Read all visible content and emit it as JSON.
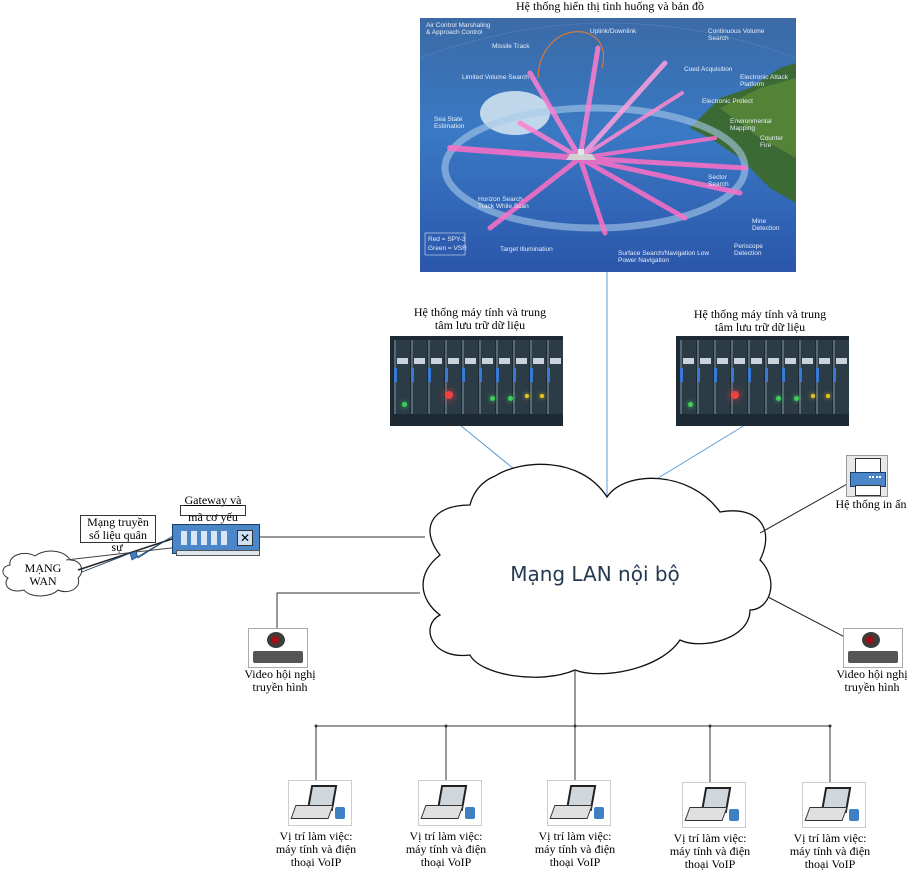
{
  "diagram": {
    "type": "network-topology",
    "center": {
      "label": "Mạng LAN nội bộ",
      "shape": "cloud"
    },
    "nodes": {
      "display_system": {
        "title": "Hệ thống hiển thị tình huống và bản đồ",
        "image_icon": "radar-situation-map-image",
        "image_labels": [
          "Air Control Marshaling & Approach Control",
          "Missile Track",
          "Uplink/Downlink",
          "Continuous Volume Search",
          "Cued Acquisition",
          "Electronic Attack Platform",
          "Limited Volume Search",
          "Electronic Protect",
          "Environmental Mapping",
          "Counter Fire",
          "Sea State Estimation",
          "Horizon Search Track While Scan",
          "Sector Search",
          "Mine Detection",
          "Periscope Detection",
          "Target Illumination",
          "Surface Search/Navigation Low Power Navigation",
          "Red = SPY-3",
          "Green = VSR"
        ]
      },
      "server_left": {
        "label_line1": "Hệ thống máy tính và trung",
        "label_line2": "tâm lưu trữ dữ liệu",
        "icon": "server-rack-image"
      },
      "server_right": {
        "label_line1": "Hệ thống máy tính và trung",
        "label_line2": "tâm lưu trữ dữ liệu",
        "icon": "server-rack-image"
      },
      "printer": {
        "label": "Hệ thống in ấn",
        "icon": "printer-icon"
      },
      "gateway": {
        "label_line1": "Gateway và",
        "label_line2": "mã cơ yếu",
        "icon": "network-switch-icon"
      },
      "military_network": {
        "label_line1": "Mạng truyền",
        "label_line2": "số liệu quân",
        "label_line3": "sự"
      },
      "wan": {
        "label_line1": "MẠNG",
        "label_line2": "WAN",
        "shape": "cloud"
      },
      "video_left": {
        "label_line1": "Video hội nghị",
        "label_line2": "truyền hình",
        "icon": "video-camera-icon"
      },
      "video_right": {
        "label_line1": "Video hội nghị",
        "label_line2": "truyền hình",
        "icon": "video-camera-icon"
      },
      "workstations": [
        {
          "line1": "Vị trí làm việc:",
          "line2": "máy tính và điện",
          "line3": "thoại VoIP",
          "icon": "laptop-phone-icon"
        },
        {
          "line1": "Vị trí làm việc:",
          "line2": "máy tính và điện",
          "line3": "thoại VoIP",
          "icon": "laptop-phone-icon"
        },
        {
          "line1": "Vị trí làm việc:",
          "line2": "máy tính và điện",
          "line3": "thoại VoIP",
          "icon": "laptop-phone-icon"
        },
        {
          "line1": "Vị trí làm việc:",
          "line2": "máy tính và điện",
          "line3": "thoại VoIP",
          "icon": "laptop-phone-icon"
        },
        {
          "line1": "Vị trí làm việc:",
          "line2": "máy tính và điện",
          "line3": "thoại VoIP",
          "icon": "laptop-phone-icon"
        }
      ]
    },
    "colors": {
      "link_blue": "#5b9bd5",
      "link_dark": "#333333",
      "lan_text": "#253a52",
      "gateway_blue": "#4a86c8",
      "lightning_blue": "#3f7fc4"
    }
  }
}
